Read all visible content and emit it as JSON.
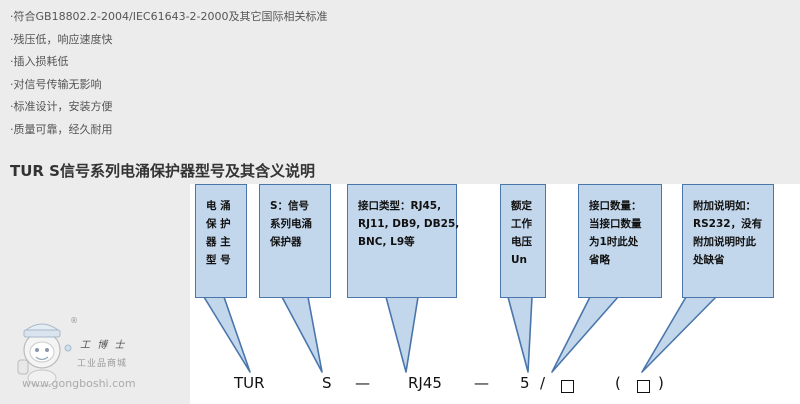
{
  "features": [
    "·符合GB18802.2-2004/IEC61643-2-2000及其它国际相关标准",
    "·残压低，响应速度快",
    "·插入损耗低",
    "·对信号传输无影响",
    "·标准设计，安装方便",
    "·质量可靠，经久耐用"
  ],
  "section_title": "TUR S信号系列电涌保护器型号及其含义说明",
  "callouts": [
    {
      "lines": [
        "电  涌",
        "保  护",
        "器  主",
        "型  号"
      ]
    },
    {
      "lines": [
        "S：信号",
        "系列电涌",
        "保护器"
      ]
    },
    {
      "lines": [
        "接口类型：RJ45,",
        "RJ11, DB9, DB25,",
        "BNC, L9等"
      ]
    },
    {
      "lines": [
        "额定",
        "工作",
        "电压",
        "Un"
      ]
    },
    {
      "lines": [
        "接口数量：",
        "当接口数量",
        "为1时此处",
        "省略"
      ]
    },
    {
      "lines": [
        "附加说明如：",
        "RS232，没有",
        "附加说明时此",
        "处缺省"
      ]
    }
  ],
  "code": {
    "tur": "TUR",
    "s": "S",
    "dash1": "—",
    "rj45": "RJ45",
    "dash2": "—",
    "five": "5",
    "slash": "/",
    "paren_open": "(",
    "paren_close": ")"
  },
  "logo": {
    "brand": "工 博 士",
    "sub": "工业品商城",
    "url": "www.gongboshi.com",
    "reg": "®"
  },
  "colors": {
    "callout_fill": "#c3d7ec",
    "callout_border": "#4a76ab",
    "page_bg": "#ececec"
  }
}
